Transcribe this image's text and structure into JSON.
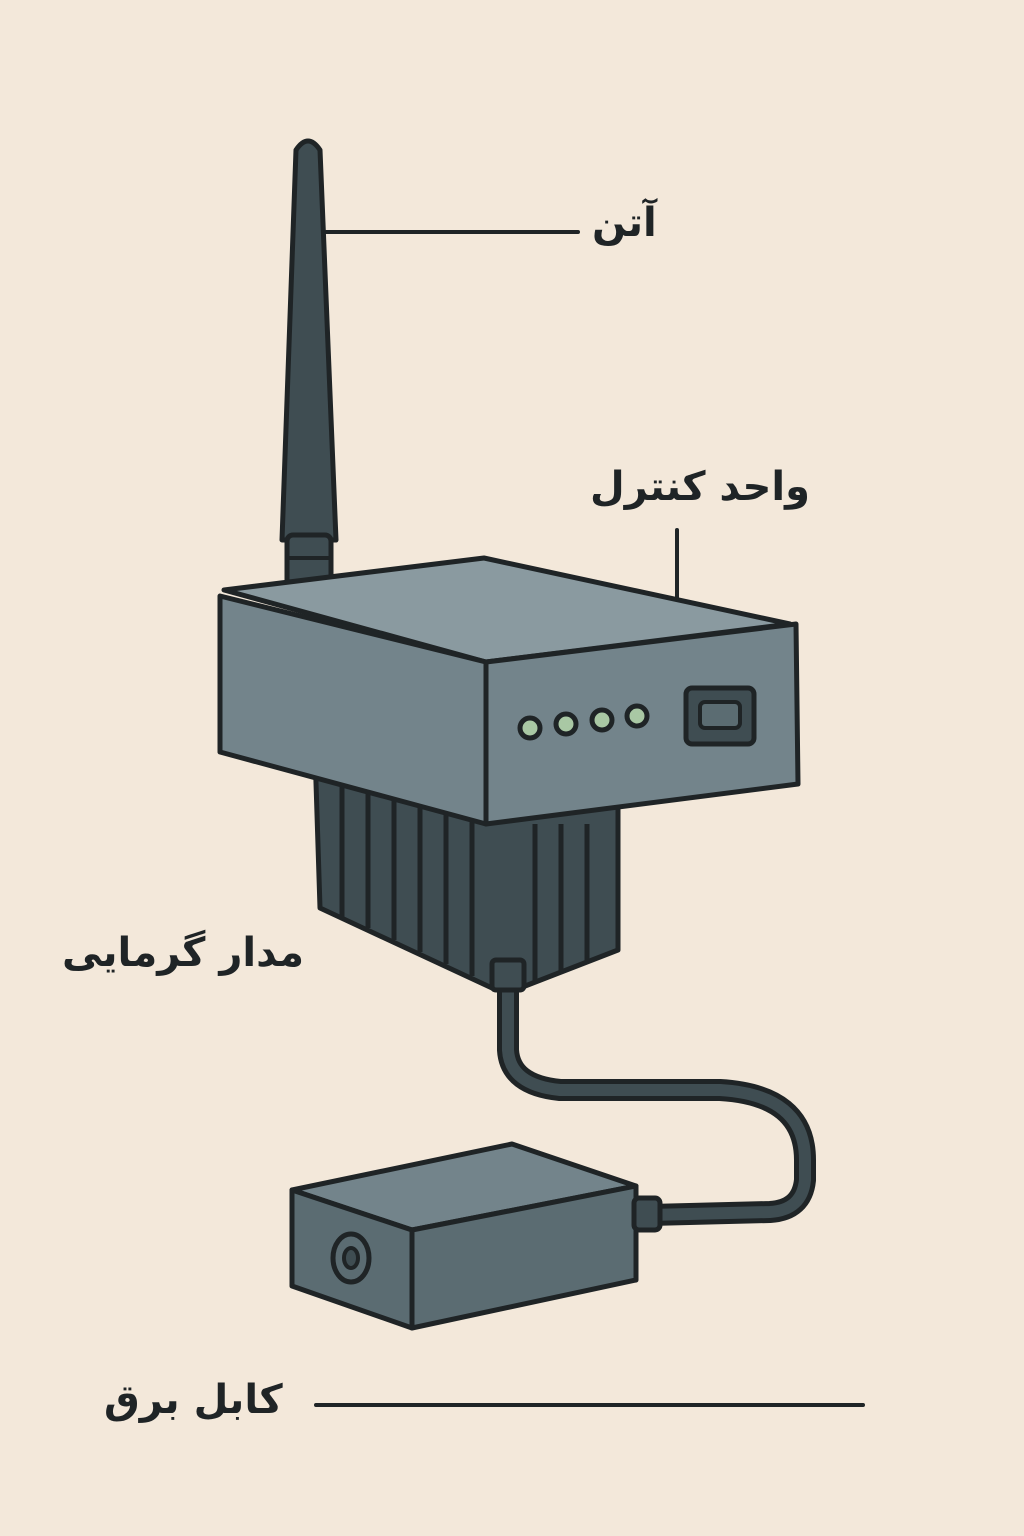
{
  "labels": {
    "antenna": "آتن",
    "control_unit": "واحد کنترل",
    "heat_sink": "مدار گرمایی",
    "power_cable": "کابل برق"
  },
  "colors": {
    "background": "#f3e8da",
    "outline": "#1f2426",
    "device_light": "#8a9aa0",
    "device_mid": "#73848b",
    "device_dark": "#5b6c72",
    "antenna": "#3f4d52",
    "led": "#a9c8a4"
  },
  "icons": {
    "antenna": "antenna-icon",
    "led": "led-indicator-icon",
    "port": "usb-port-icon",
    "heatsink": "heatsink-icon",
    "power_adapter": "power-adapter-icon",
    "power_socket": "dc-jack-icon"
  }
}
